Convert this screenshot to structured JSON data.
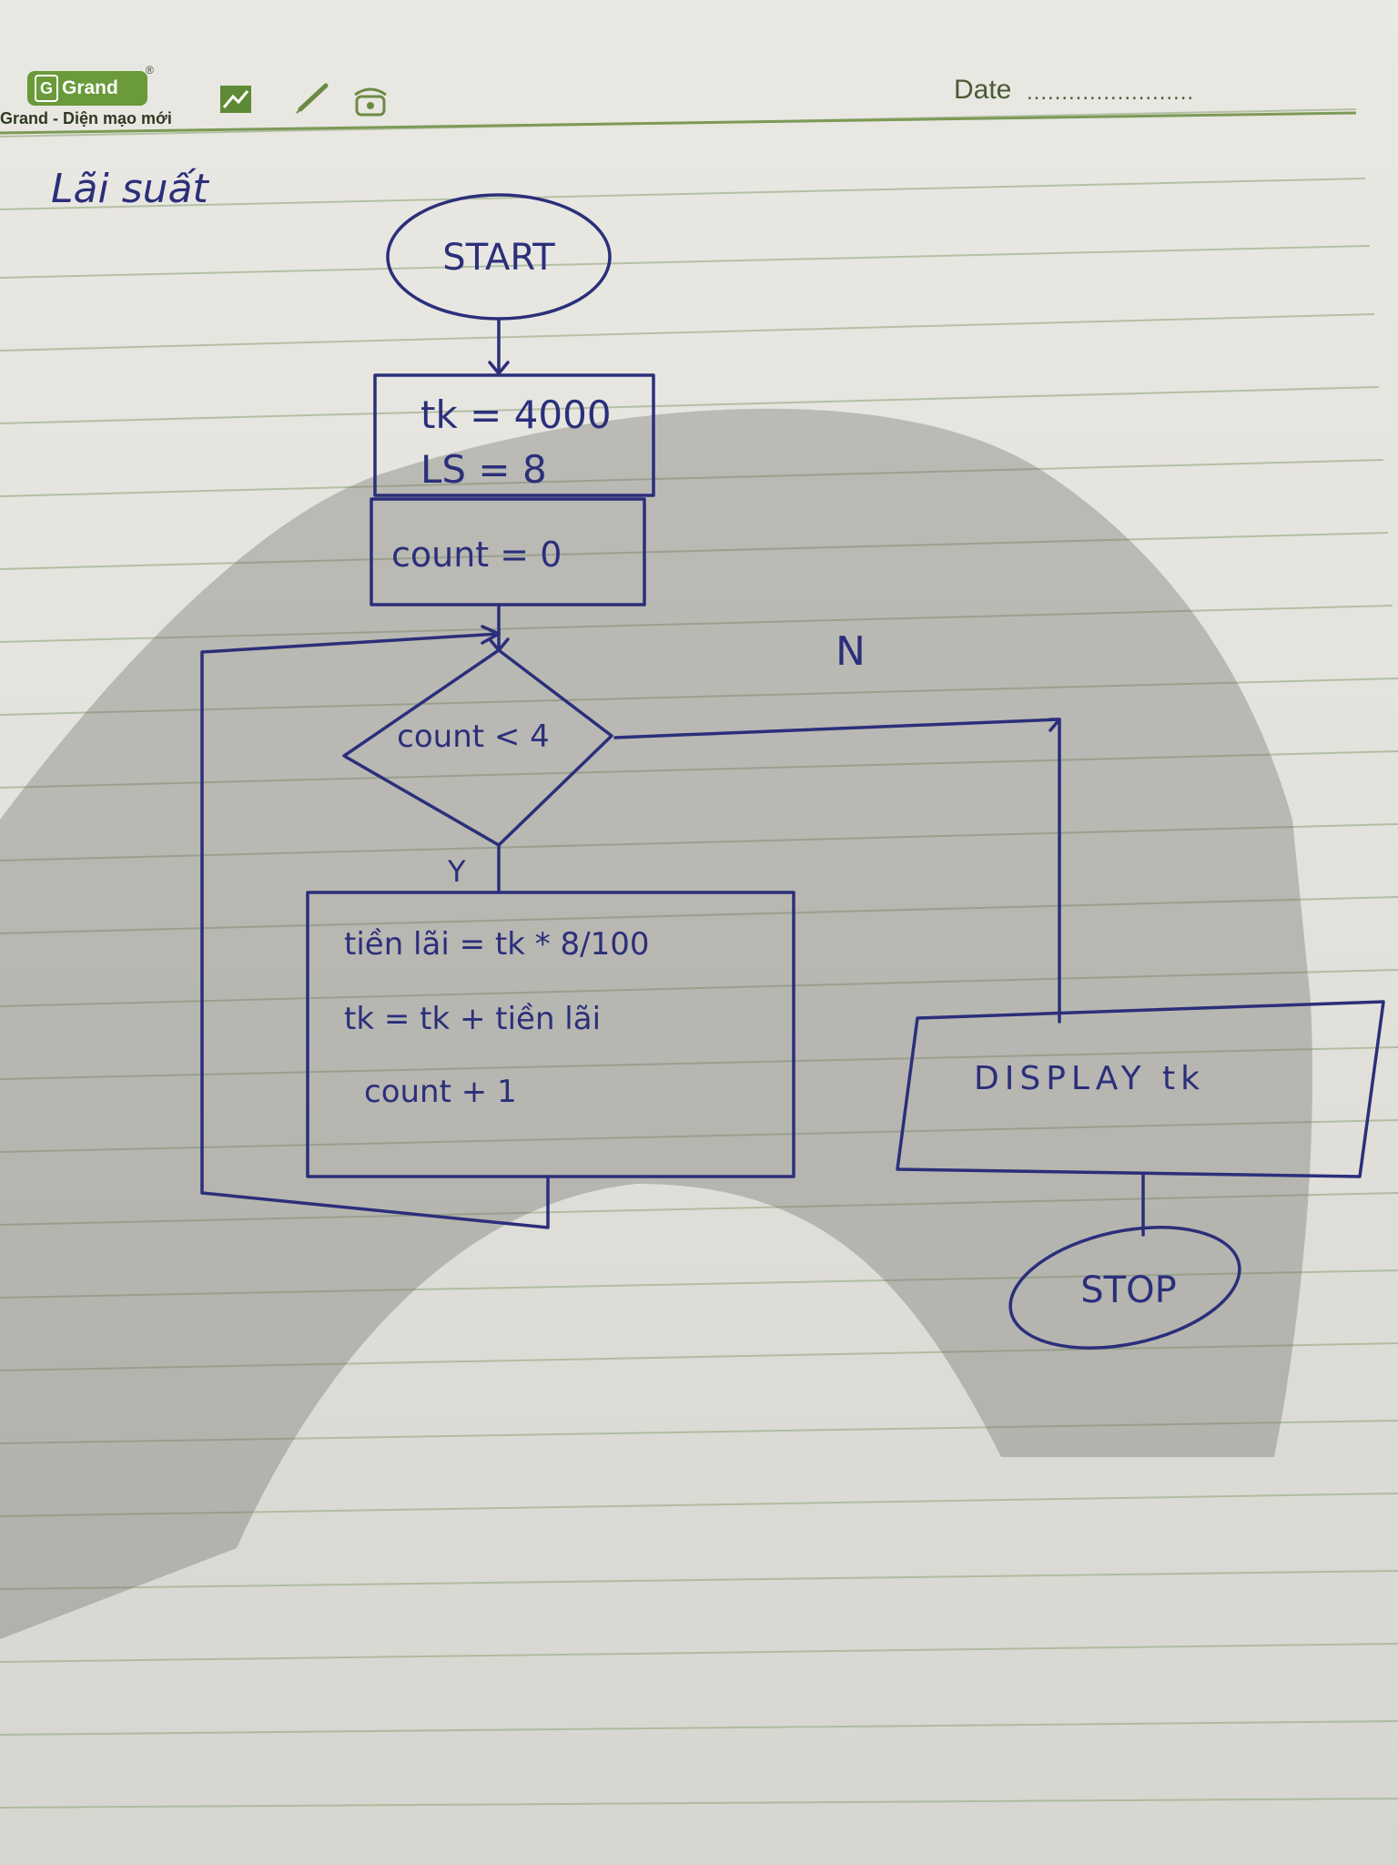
{
  "header": {
    "brand": "Grand",
    "registered": "®",
    "tagline": "Grand - Diện mạo mới",
    "date_label": "Date",
    "date_dots": "........................"
  },
  "page_title": "Lãi suất",
  "flowchart": {
    "start": "START",
    "init_1": "tk = 4000",
    "init_2": "LS = 8",
    "init_3": "count = 0",
    "decision": "count < 4",
    "yes_label": "Y",
    "no_label": "N",
    "process_1": "tiền lãi = tk * 8/100",
    "process_2": "tk = tk + tiền lãi",
    "process_3": "count + 1",
    "output": "DISPLAY tk",
    "stop": "STOP"
  },
  "colors": {
    "ink": "#2b2f7a",
    "paper": "#e6e5df",
    "rule_line": "#9fb08a",
    "brand_green": "#6a9a3a"
  },
  "icons": [
    "chart-icon",
    "pen-icon",
    "phone-icon"
  ]
}
